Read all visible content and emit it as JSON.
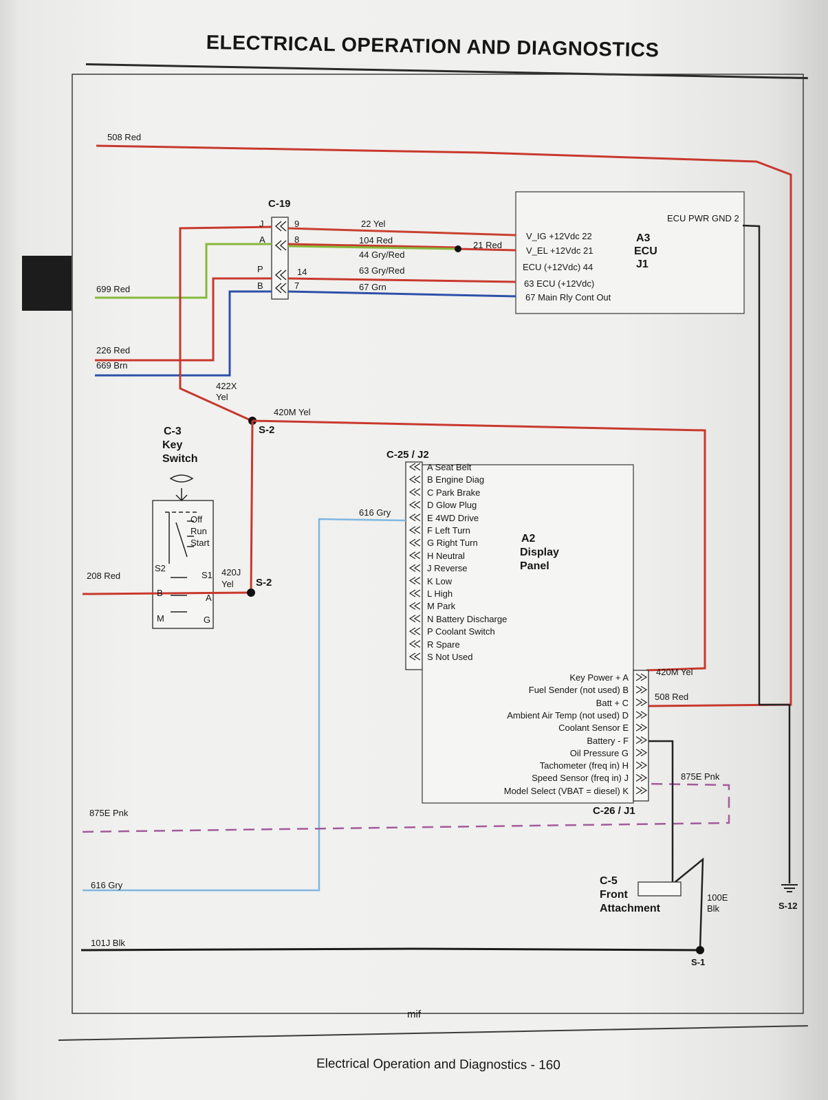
{
  "header": {
    "title": "ELECTRICAL  OPERATION AND DIAGNOSTICS"
  },
  "footer": {
    "text": "Electrical   Operation and Diagnostics  - 160",
    "drawing_id": "mif"
  },
  "colors": {
    "red": "#c8382c",
    "green": "#86b83a",
    "blue": "#2d4fa8",
    "light_blue": "#7fb6e0",
    "black": "#1a1a1a",
    "pink": "#a35a9a",
    "yellow_wire": "#c8402e"
  },
  "wires": {
    "w508": "508 Red",
    "w699": "699 Red",
    "w226": "226 Red",
    "w669": "669 Brn",
    "w422x_a": "422X",
    "w422x_b": "Yel",
    "w420m": "420M Yel",
    "w208": "208 Red",
    "w420j_a": "420J",
    "w420j_b": "Yel",
    "w875e": "875E Pnk",
    "w616": "616 Gry",
    "w101j": "101J Blk",
    "w22": "22 Yel",
    "w104": "104 Red",
    "w44": "44 Gry/Red",
    "w63": "63 Gry/Red",
    "w67": "67 Grn",
    "w21": "21 Red",
    "w616_mid": "616 Gry",
    "w420m_r": "420M Yel",
    "w508_r": "508 Red",
    "w875e_r": "875E Pnk",
    "w100e_a": "100E",
    "w100e_b": "Blk"
  },
  "c19": {
    "name": "C-19",
    "pins_left": [
      "J",
      "A",
      "P",
      "B"
    ],
    "pins_right": [
      "9",
      "8",
      "14",
      "7"
    ]
  },
  "splices": {
    "s2a": "S-2",
    "s2b": "S-2",
    "s1": "S-1",
    "s12": "S-12"
  },
  "key_switch": {
    "name_a": "C-3",
    "name_b": "Key",
    "name_c": "Switch",
    "positions": [
      "Off",
      "Run",
      "Start"
    ],
    "terms": [
      "S2",
      "S1",
      "B",
      "A",
      "M",
      "G"
    ]
  },
  "ecu": {
    "pins": [
      "V_IG +12Vdc 22",
      "V_EL +12Vdc 21",
      "ECU (+12Vdc) 44",
      "63 ECU (+12Vdc)",
      "67 Main Rly Cont Out"
    ],
    "gnd": "ECU PWR GND 2",
    "label_a": "A3",
    "label_b": "ECU",
    "label_c": "J1"
  },
  "c25": {
    "name": "C-25 / J2",
    "pins": [
      "A Seat Belt",
      "B Engine Diag",
      "C Park Brake",
      "D Glow Plug",
      "E 4WD Drive",
      "F Left Turn",
      "G Right Turn",
      "H Neutral",
      "J Reverse",
      "K Low",
      "L High",
      "M Park",
      "N Battery Discharge",
      "P Coolant Switch",
      "R Spare",
      "S Not Used"
    ]
  },
  "display": {
    "label_a": "A2",
    "label_b": "Display",
    "label_c": "Panel"
  },
  "c26": {
    "name": "C-26 / J1",
    "pins": [
      "Key Power + A",
      "Fuel Sender (not used) B",
      "Batt + C",
      "Ambient Air Temp (not used) D",
      "Coolant Sensor E",
      "Battery - F",
      "Oil Pressure G",
      "Tachometer (freq in) H",
      "Speed Sensor (freq in) J",
      "Model Select (VBAT = diesel) K"
    ]
  },
  "c5": {
    "name_a": "C-5",
    "name_b": "Front",
    "name_c": "Attachment"
  }
}
